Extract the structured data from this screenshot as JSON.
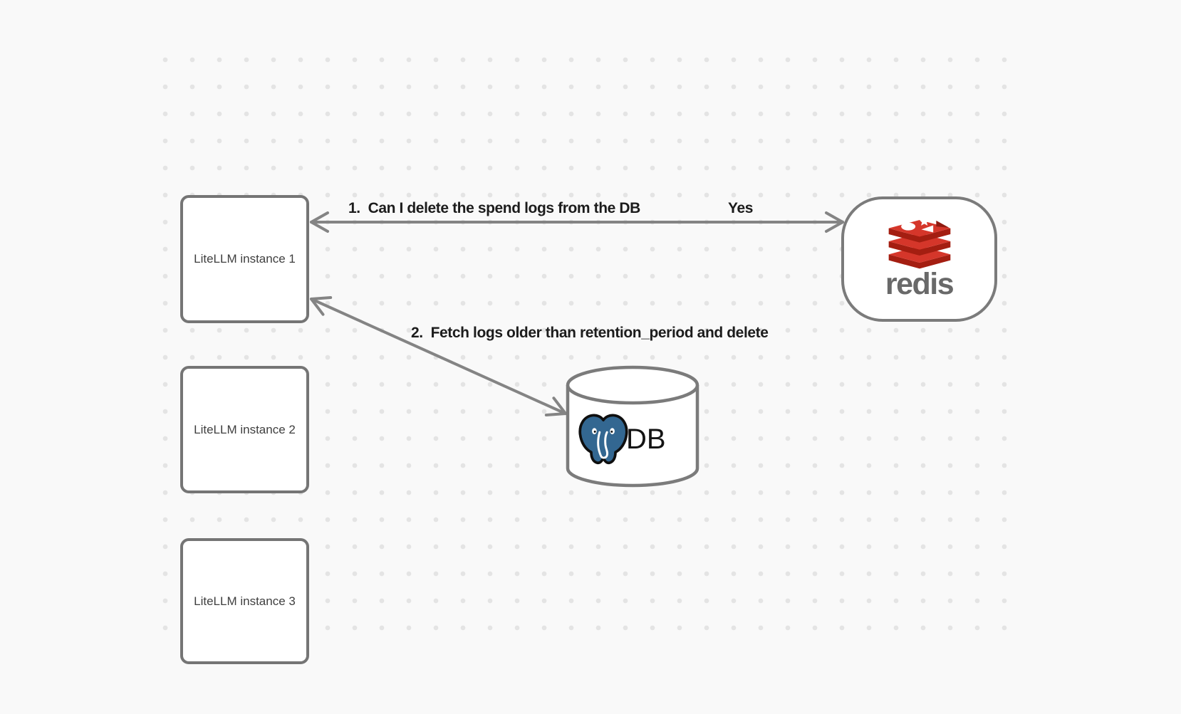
{
  "diagram": {
    "background_color": "#f9f9f9",
    "dot_grid_color": "#e4e4e4",
    "shape_stroke_color": "#757575",
    "arrow_color": "#848484",
    "label_text_color": "#1c1c1c",
    "nodes": {
      "instances": [
        {
          "label": "LiteLLM instance 1"
        },
        {
          "label": "LiteLLM instance 2"
        },
        {
          "label": "LiteLLM instance 3"
        }
      ],
      "redis": {
        "label": "redis",
        "logo": "redis-stack-logo",
        "logo_red": "#d5362a",
        "logo_dark_red": "#a41e11",
        "wordmark_color": "#696969"
      },
      "db": {
        "label": "DB",
        "logo": "postgresql-elephant-logo",
        "postgres_blue": "#336791"
      }
    },
    "arrows": [
      {
        "label": "1.  Can I delete the spend logs from the DB",
        "response": "Yes",
        "from": "LiteLLM instance 1",
        "to": "redis",
        "style": "double-headed"
      },
      {
        "label": "2.  Fetch logs older than retention_period and delete",
        "from": "LiteLLM instance 1",
        "to": "DB",
        "style": "double-headed"
      }
    ]
  }
}
